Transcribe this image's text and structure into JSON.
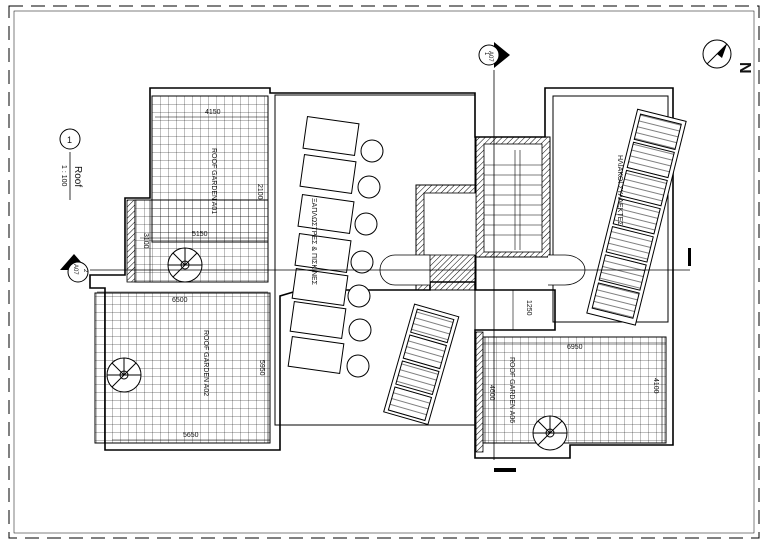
{
  "view": {
    "title": "Roof",
    "scale": "1 : 100",
    "view_number": "1"
  },
  "section_markers": {
    "north_marker": {
      "number": "1",
      "sheet": "A07"
    },
    "west_marker": {
      "number": "2",
      "sheet": "A07"
    }
  },
  "north_label": "N",
  "rooms": {
    "roof_garden_a01": "ROOF GARDEN A01",
    "roof_garden_a02": "ROOF GARDEN A02",
    "roof_garden_a06": "ROOF GARDEN A06",
    "sunbeds_area": "ΞΑΠΛΩΣΤΡΕΣ & ΠΙΣΚΙΝΕΣ",
    "solar_panels": "ΗΛΙΑΚΟΙ ΣΥΛΛΕΚΤΕΣ"
  },
  "dimensions": {
    "d4150": "4150",
    "d2100": "2100",
    "d5150": "5150",
    "d3100": "3100",
    "d6500": "6500",
    "d5950": "5950",
    "d5650": "5650",
    "d1250": "1250",
    "d6950": "6950",
    "d4100": "4100",
    "d4600": "4600"
  }
}
